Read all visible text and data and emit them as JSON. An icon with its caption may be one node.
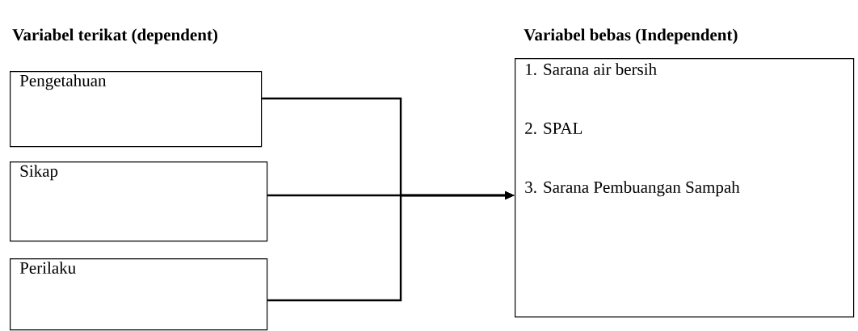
{
  "diagram": {
    "nodes": [
      {
        "text": [
          "Pengetahuan"
        ]
      },
      {
        "text": [
          "Sikap"
        ]
      },
      {
        "text": [
          "Perilaku"
        ]
      },
      {
        "text": [
          "1. Sarana air bersih",
          "2. SPAL",
          "3. Sarana Pembuangan Sampah"
        ]
      }
    ],
    "edges": [
      {
        "from": 0,
        "to": 3,
        "arrow": "to"
      },
      {
        "from": 1,
        "to": 3,
        "arrow": "to"
      },
      {
        "from": 2,
        "to": 3,
        "arrow": "to"
      }
    ],
    "labels": [
      "Variabel terikat (dependent)",
      "Variabel bebas (Independent)"
    ]
  }
}
